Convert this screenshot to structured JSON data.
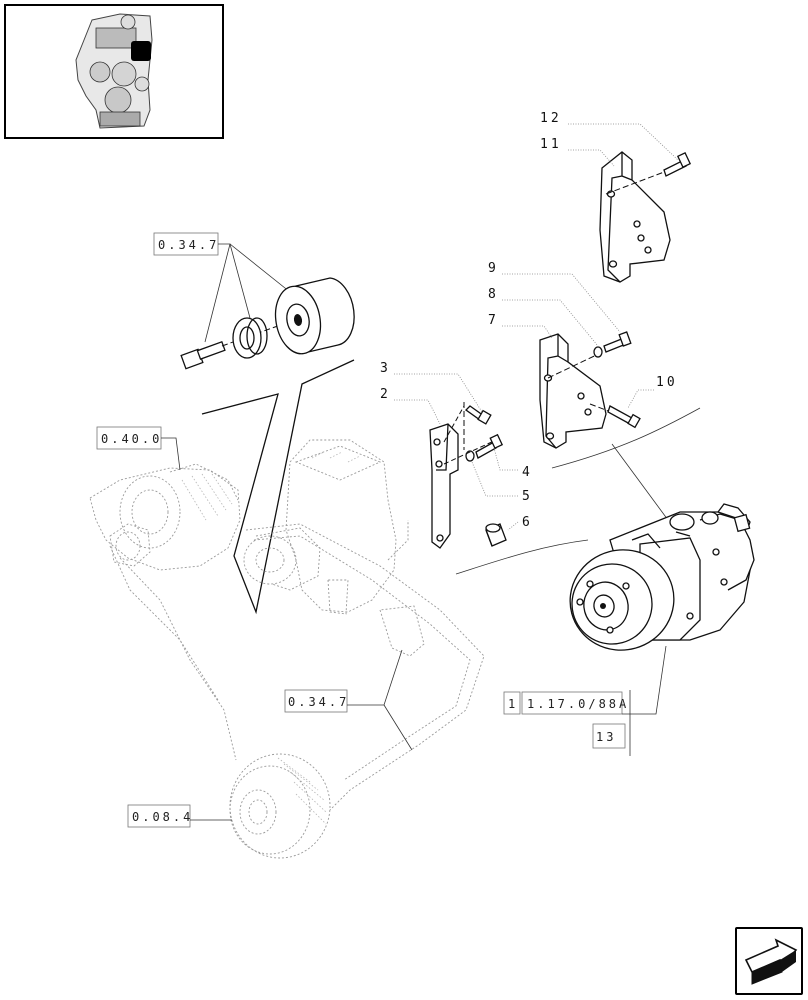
{
  "refs": {
    "pulley_ref": "0.34.7",
    "alternator_ref": "0.40.0",
    "belt_ref": "0.34.7",
    "crank_pulley_ref": "0.08.4",
    "compressor_prefix": "1",
    "compressor_ref": "1.17.0/88A",
    "compressor_item": "13"
  },
  "callouts": [
    "12",
    "11",
    "9",
    "8",
    "7",
    "10",
    "3",
    "2",
    "4",
    "5",
    "6"
  ]
}
